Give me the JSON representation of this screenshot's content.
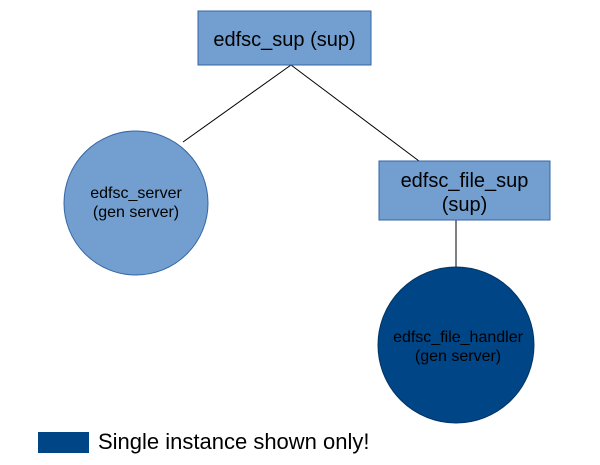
{
  "nodes": {
    "root": {
      "lines": [
        "edfsc_sup (sup)"
      ],
      "shape": "rectangle",
      "fill": "#729fcf",
      "stroke": "#3465a4"
    },
    "server": {
      "lines": [
        "edfsc_server",
        "(gen server)"
      ],
      "shape": "circle",
      "fill": "#729fcf",
      "stroke": "#3465a4"
    },
    "file_sup": {
      "lines": [
        "edfsc_file_sup",
        "(sup)"
      ],
      "shape": "rectangle",
      "fill": "#729fcf",
      "stroke": "#3465a4"
    },
    "file_handler": {
      "lines": [
        "edfsc_file_handler",
        "(gen server)"
      ],
      "shape": "circle",
      "fill": "#004586",
      "stroke": "#003466"
    }
  },
  "edges": [
    {
      "from": "root",
      "to": "server"
    },
    {
      "from": "root",
      "to": "file_sup"
    },
    {
      "from": "file_sup",
      "to": "file_handler"
    }
  ],
  "legend": {
    "label": "Single instance shown only!",
    "color": "#004586"
  },
  "colors": {
    "edge": "#000000"
  }
}
